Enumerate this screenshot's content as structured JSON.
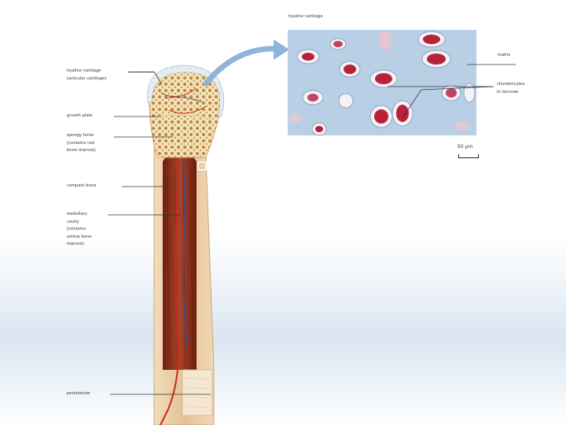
{
  "title": "hyaline cartilage",
  "labels": {
    "hyaline_cartilage": "hyaline cartilage\n(articular cartilage)",
    "growth_plate": "growth plate",
    "spongy_bone": "spongy bone\n(contains red\nbone marrow)",
    "compact_bone": "compact bone",
    "medullary_cavity": "medullary\ncavity\n(contains\nyellow bone\nmarrow)",
    "periosteum": "periosteum",
    "matrix": "matrix",
    "chondrocytes": "chondrocytes\nin lacunae",
    "scale": "50 µm"
  },
  "colors": {
    "bone": "#e8cfa8",
    "marrow": "#8c2a17",
    "cartilage": "#cfe4ec",
    "micro_bg": "#b9cfe6",
    "cell": "#b8213a",
    "vessel_red": "#c8281e",
    "vessel_blue": "#3a4d8c",
    "arrow": "#8fb3da"
  }
}
